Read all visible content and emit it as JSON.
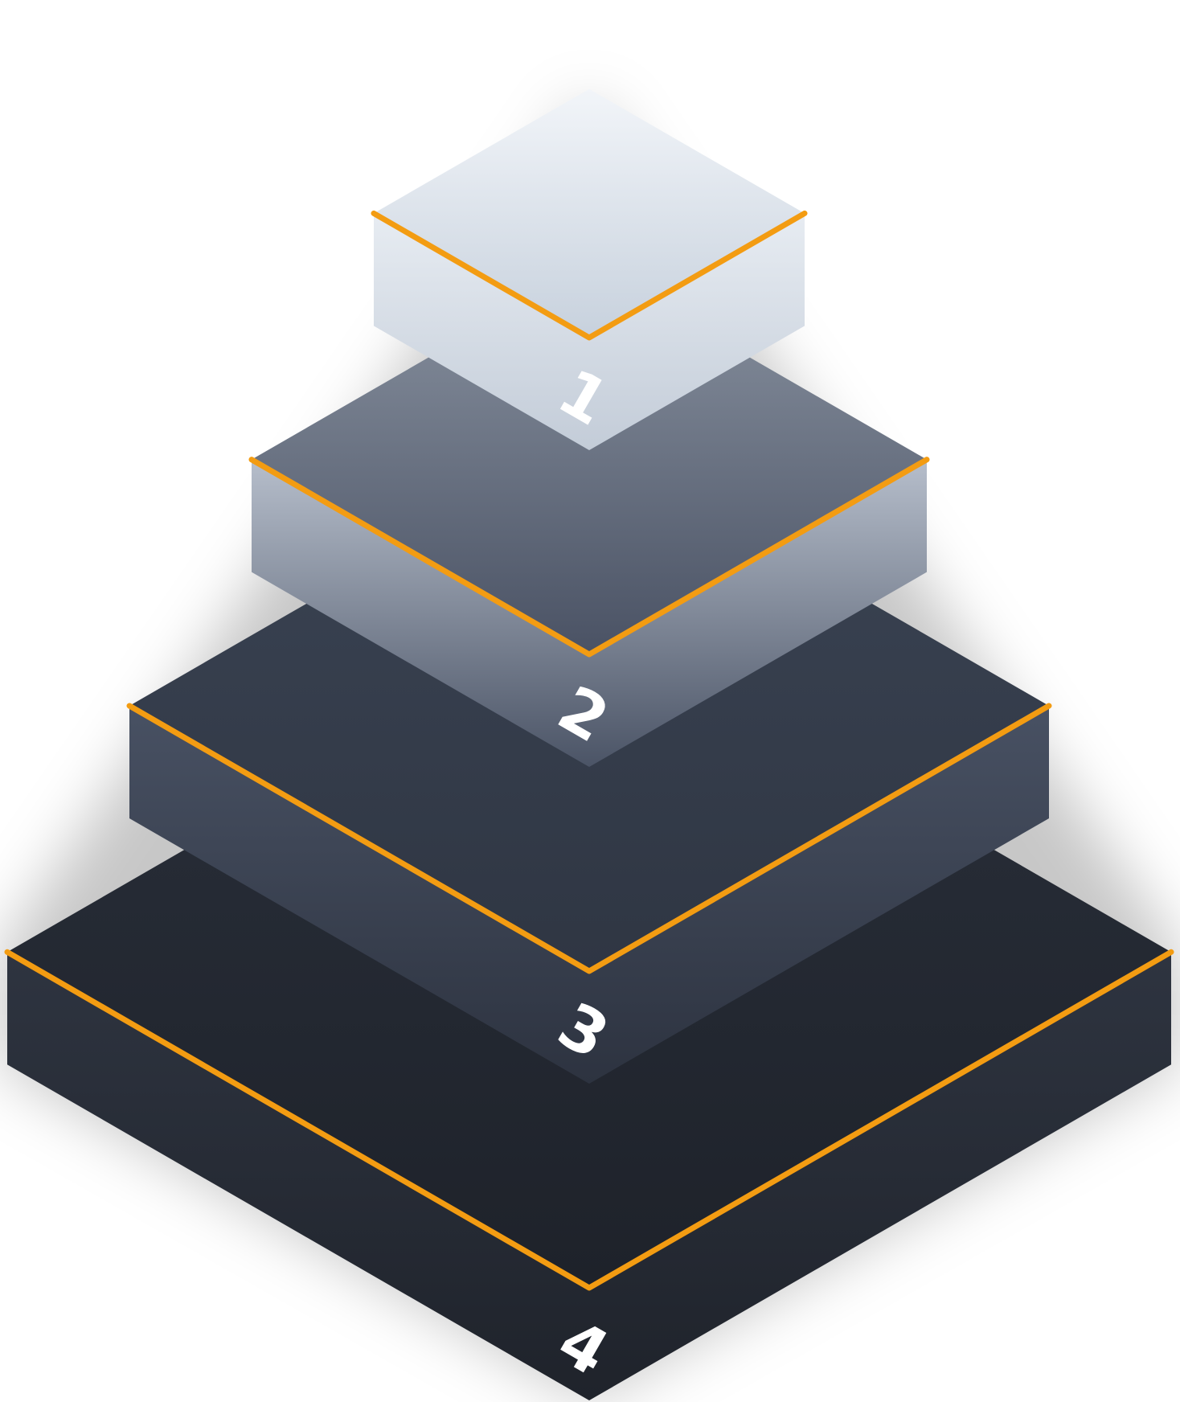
{
  "diagram": {
    "type": "isometric-layer-pyramid",
    "accent_color": "#f39c12",
    "label_color": "#ffffff",
    "layers": [
      {
        "label": "1",
        "colors": {
          "top_light": "#f2f5f9",
          "top_dark": "#c7d1dd",
          "side_light": "#e7ecf2",
          "side_dark": "#c3ccd8"
        }
      },
      {
        "label": "2",
        "colors": {
          "top_light": "#8a93a1",
          "top_dark": "#4a5264",
          "side_light": "#b6becb",
          "side_dark": "#4b5466"
        }
      },
      {
        "label": "3",
        "colors": {
          "top_light": "#3b4454",
          "top_dark": "#2f3643",
          "side_light": "#485163",
          "side_dark": "#2d3340"
        }
      },
      {
        "label": "4",
        "colors": {
          "top_light": "#2a303b",
          "top_dark": "#1e222a",
          "side_light": "#2e3440",
          "side_dark": "#1f232b"
        }
      }
    ]
  }
}
